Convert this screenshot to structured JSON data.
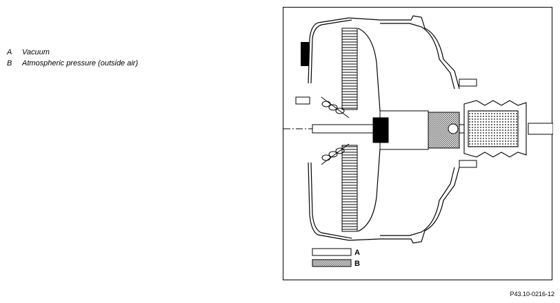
{
  "legend": {
    "items": [
      {
        "letter": "A",
        "text": "Vacuum"
      },
      {
        "letter": "B",
        "text": "Atmospheric pressure (outside air)"
      }
    ]
  },
  "figure": {
    "key_a_label": "A",
    "key_b_label": "B",
    "reference_code": "P43.10-0216-12"
  }
}
